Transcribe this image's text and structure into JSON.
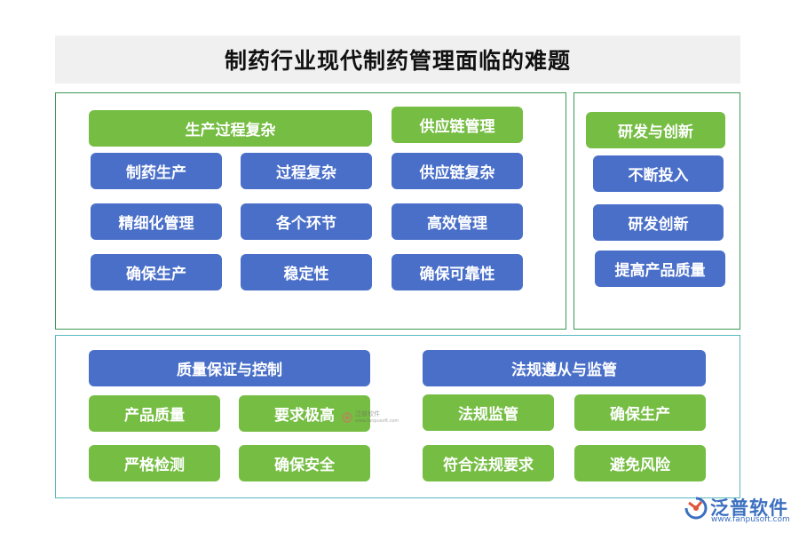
{
  "title": "制药行业现代制药管理面临的难题",
  "section1": {
    "header": "生产过程复杂",
    "items": [
      "制药生产",
      "过程复杂",
      "精细化管理",
      "各个环节",
      "确保生产",
      "稳定性"
    ]
  },
  "section2": {
    "header": "供应链管理",
    "items": [
      "供应链复杂",
      "高效管理",
      "确保可靠性"
    ]
  },
  "section3": {
    "header": "研发与创新",
    "items": [
      "不断投入",
      "研发创新",
      "提高产品质量"
    ]
  },
  "section4": {
    "header": "质量保证与控制",
    "items": [
      "产品质量",
      "要求极高",
      "严格检测",
      "确保安全"
    ]
  },
  "section5": {
    "header": "法规遵从与监管",
    "items": [
      "法规监管",
      "确保生产",
      "符合法规要求",
      "避免风险"
    ]
  },
  "watermark": {
    "center_line1": "泛普软件",
    "center_line2": "www.fanpusoft.com",
    "brand": "泛普软件",
    "url": "www.fanpusoft.com"
  },
  "colors": {
    "green": "#76bd43",
    "blue": "#4a6fc9",
    "panel_border_green": "#3c9a55",
    "panel_border_teal": "#57b9c1"
  }
}
